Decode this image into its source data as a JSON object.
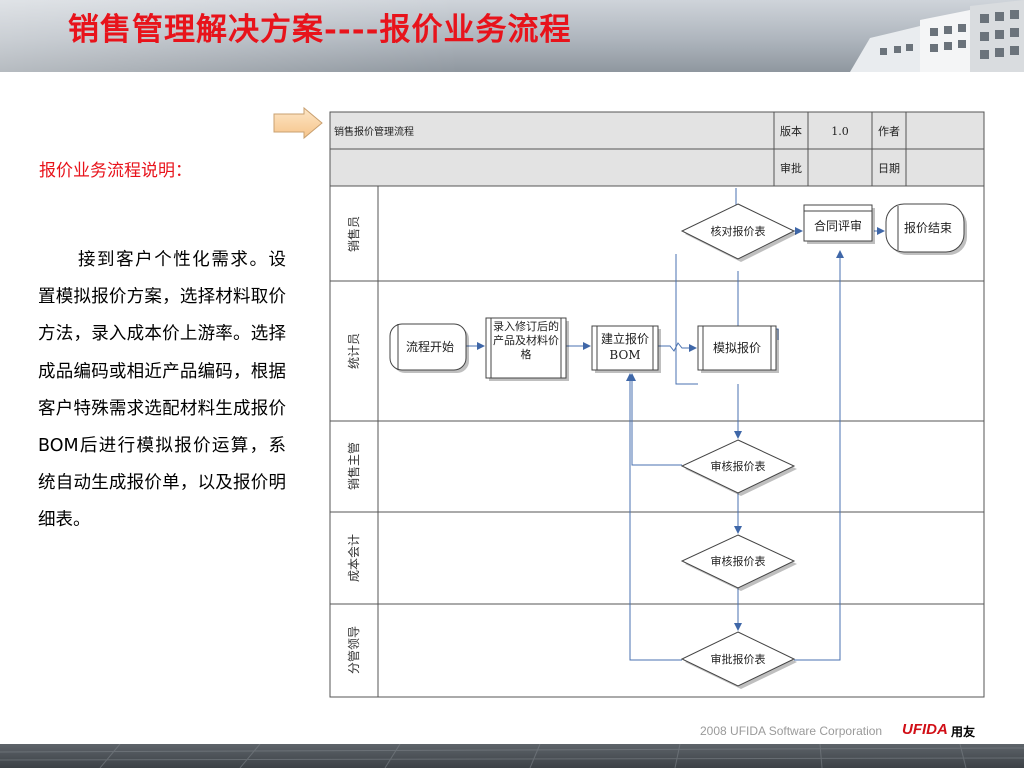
{
  "slide": {
    "title": "销售管理解决方案----报价业务流程",
    "sub_heading": "报价业务流程说明：",
    "body": "接到客户个性化需求。设置模拟报价方案，选择材料取价方法，录入成本价上游率。选择成品编码或相近产品编码，根据客户特殊需求选配材料生成报价BOM后进行模拟报价运算，系统自动生成报价单，以及报价明细表。"
  },
  "flowchart": {
    "header": {
      "name": "销售报价管理流程",
      "version_label": "版本",
      "version_value": "1.0",
      "author_label": "作者",
      "author_value": "",
      "approve_label": "审批",
      "approve_value": "",
      "date_label": "日期",
      "date_value": ""
    },
    "lanes": [
      "销售员",
      "统计员",
      "销售主管",
      "成本会计",
      "分管领导"
    ],
    "nodes": {
      "start": "流程开始",
      "input": "录入修订后的产品及材料价格",
      "bom": "建立报价BOM",
      "simulate": "模拟报价",
      "check_sales": "核对报价表",
      "contract": "合同评审",
      "end": "报价结束",
      "review_manager": "审核报价表",
      "review_cost": "审核报价表",
      "approve_leader": "审批报价表"
    }
  },
  "footer": {
    "copyright": "2008 UFIDA Software Corporation",
    "brand": "UFIDA",
    "brand_cn": "用友"
  },
  "colors": {
    "title_red": "#e8131b",
    "flow_line": "#4a72b0",
    "header_fill": "#e3e3e3"
  }
}
